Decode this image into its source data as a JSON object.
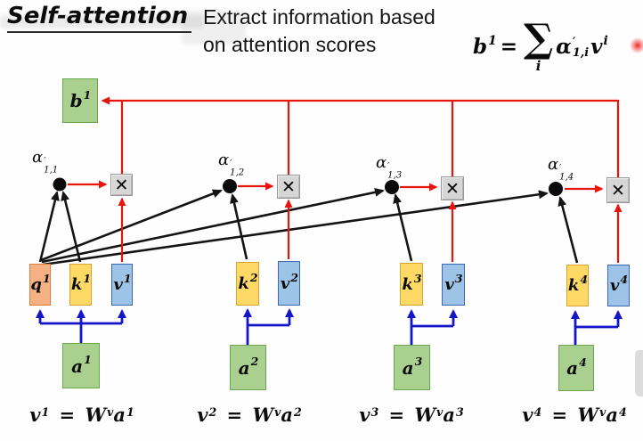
{
  "header": {
    "title": "Self-attention",
    "subtitle_line1": "Extract information based",
    "subtitle_line2": "on attention scores"
  },
  "top_formula": {
    "b": "b",
    "b_sup": "1",
    "eq": "=",
    "sigma": "∑",
    "sigma_sub": "i",
    "alpha": "α",
    "alpha_prime": "′",
    "alpha_sub": "1,i",
    "v": "v",
    "v_sup": "i"
  },
  "diagram": {
    "times": "✕",
    "b_box": {
      "base": "b",
      "sup": "1"
    },
    "alphas": [
      {
        "base": "α",
        "prime": "′",
        "sub": "1,1"
      },
      {
        "base": "α",
        "prime": "′",
        "sub": "1,2"
      },
      {
        "base": "α",
        "prime": "′",
        "sub": "1,3"
      },
      {
        "base": "α",
        "prime": "′",
        "sub": "1,4"
      }
    ],
    "boxes": {
      "q1": {
        "base": "q",
        "sup": "1"
      },
      "k1": {
        "base": "k",
        "sup": "1"
      },
      "v1": {
        "base": "v",
        "sup": "1"
      },
      "k2": {
        "base": "k",
        "sup": "2"
      },
      "v2": {
        "base": "v",
        "sup": "2"
      },
      "k3": {
        "base": "k",
        "sup": "3"
      },
      "v3": {
        "base": "v",
        "sup": "3"
      },
      "k4": {
        "base": "k",
        "sup": "4"
      },
      "v4": {
        "base": "v",
        "sup": "4"
      },
      "a1": {
        "base": "a",
        "sup": "1"
      },
      "a2": {
        "base": "a",
        "sup": "2"
      },
      "a3": {
        "base": "a",
        "sup": "3"
      },
      "a4": {
        "base": "a",
        "sup": "4"
      }
    }
  },
  "bottom_formulas": [
    {
      "lhs": "v",
      "lhs_sup": "1",
      "eq": " = ",
      "w": "W",
      "w_sup": "v",
      "rhs": "a",
      "rhs_sup": "1"
    },
    {
      "lhs": "v",
      "lhs_sup": "2",
      "eq": " = ",
      "w": "W",
      "w_sup": "v",
      "rhs": "a",
      "rhs_sup": "2"
    },
    {
      "lhs": "v",
      "lhs_sup": "3",
      "eq": " = ",
      "w": "W",
      "w_sup": "v",
      "rhs": "a",
      "rhs_sup": "3"
    },
    {
      "lhs": "v",
      "lhs_sup": "4",
      "eq": " = ",
      "w": "W",
      "w_sup": "v",
      "rhs": "a",
      "rhs_sup": "4"
    }
  ],
  "colors": {
    "box_green_fill": "#a9d08e",
    "box_green_border": "#6aa84f",
    "box_orange_fill": "#f5b183",
    "box_orange_border": "#e07b3f",
    "box_yellow_fill": "#ffd966",
    "box_yellow_border": "#d8a430",
    "box_blue_fill": "#9dc3e6",
    "box_blue_border": "#3a67b0",
    "times_box_fill": "#d6d6d6",
    "times_box_border": "#979797",
    "arrow_red": "#e8150d",
    "arrow_blue": "#1414c8",
    "line_black": "#141414"
  }
}
